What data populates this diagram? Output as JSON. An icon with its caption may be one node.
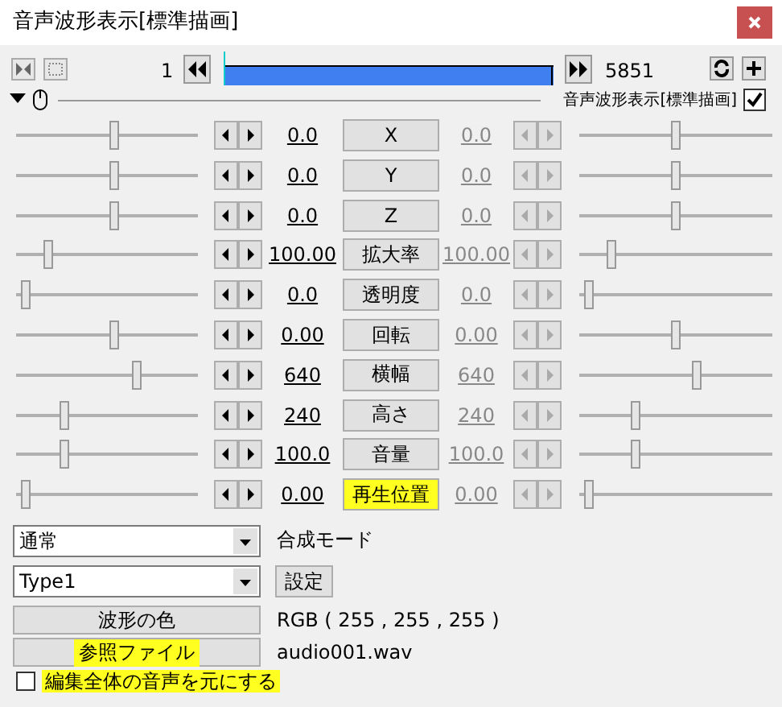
{
  "diagram": {
    "title": "音声波形表示[標準描画]",
    "labels": [
      "1",
      "5851",
      "音声波形表示[標準描画]",
      "0.0",
      "X",
      "0.0",
      "0.0",
      "Y",
      "0.0",
      "0.0",
      "Z",
      "0.0",
      "100.00",
      "拡大率",
      "100.00",
      "0.0",
      "透明度",
      "0.0",
      "0.00",
      "回転",
      "0.00",
      "640",
      "横幅",
      "640",
      "240",
      "高さ",
      "240",
      "100.0",
      "音量",
      "100.0",
      "0.00",
      "再生位置",
      "0.00",
      "通常",
      "合成モード",
      "Type1",
      "設定",
      "波形の色",
      "RGB ( 255 , 255 , 255 )",
      "参照ファイル",
      "audio001.wav",
      "編集全体の音声を元にする"
    ]
  }
}
